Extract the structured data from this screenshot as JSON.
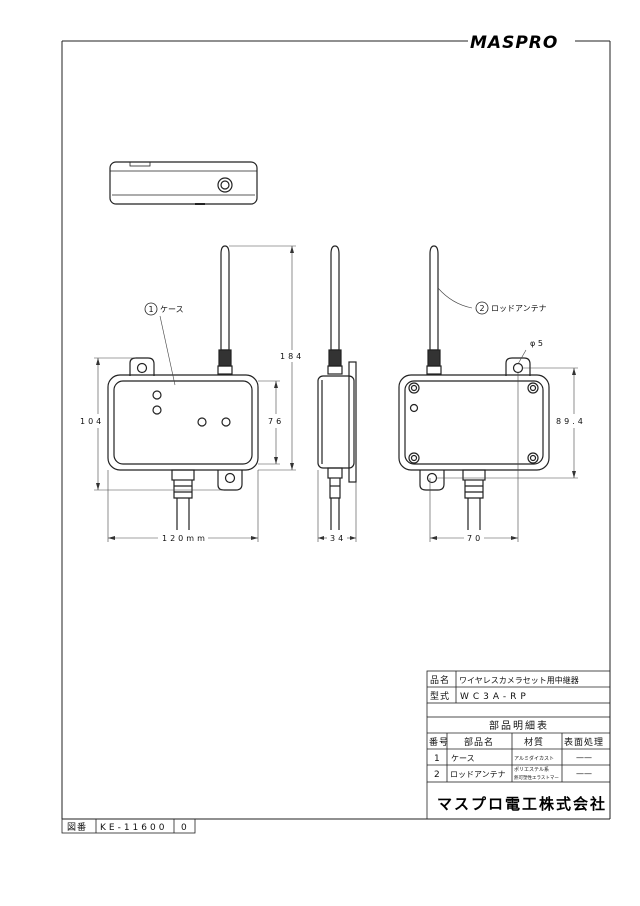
{
  "logo": "MASPRO",
  "labels": {
    "part1": "①ケース",
    "part2": "②ロッドアンテナ",
    "part1_num": "1",
    "part1_text": "ケース",
    "part2_num": "2",
    "part2_text": "ロッドアンテナ",
    "hole": "φ 5"
  },
  "dimensions": {
    "total_height": "184",
    "height": "104",
    "inner_height": "76",
    "width": "120mm",
    "depth": "34",
    "hole_pitch_w": "70",
    "hole_pitch_h": "89.4"
  },
  "title_block": {
    "product_name_label": "品名",
    "product_name": "ワイヤレスカメラセット用中継器",
    "model_label": "型式",
    "model": "WC3A-RP"
  },
  "parts_table": {
    "title": "部品明細表",
    "headers": [
      "番号",
      "部品名",
      "材質",
      "表面処理"
    ],
    "rows": [
      {
        "no": "1",
        "name": "ケース",
        "material": "アルミダイカスト",
        "material2": "",
        "finish": "——"
      },
      {
        "no": "2",
        "name": "ロッドアンテナ",
        "material": "ポリエステル系",
        "material2": "熱可塑性エラストマー",
        "finish": "——"
      }
    ]
  },
  "company": "マスプロ電工株式会社",
  "drawing_number_label": "図番",
  "drawing_number": "KE-11600",
  "revision": "0"
}
